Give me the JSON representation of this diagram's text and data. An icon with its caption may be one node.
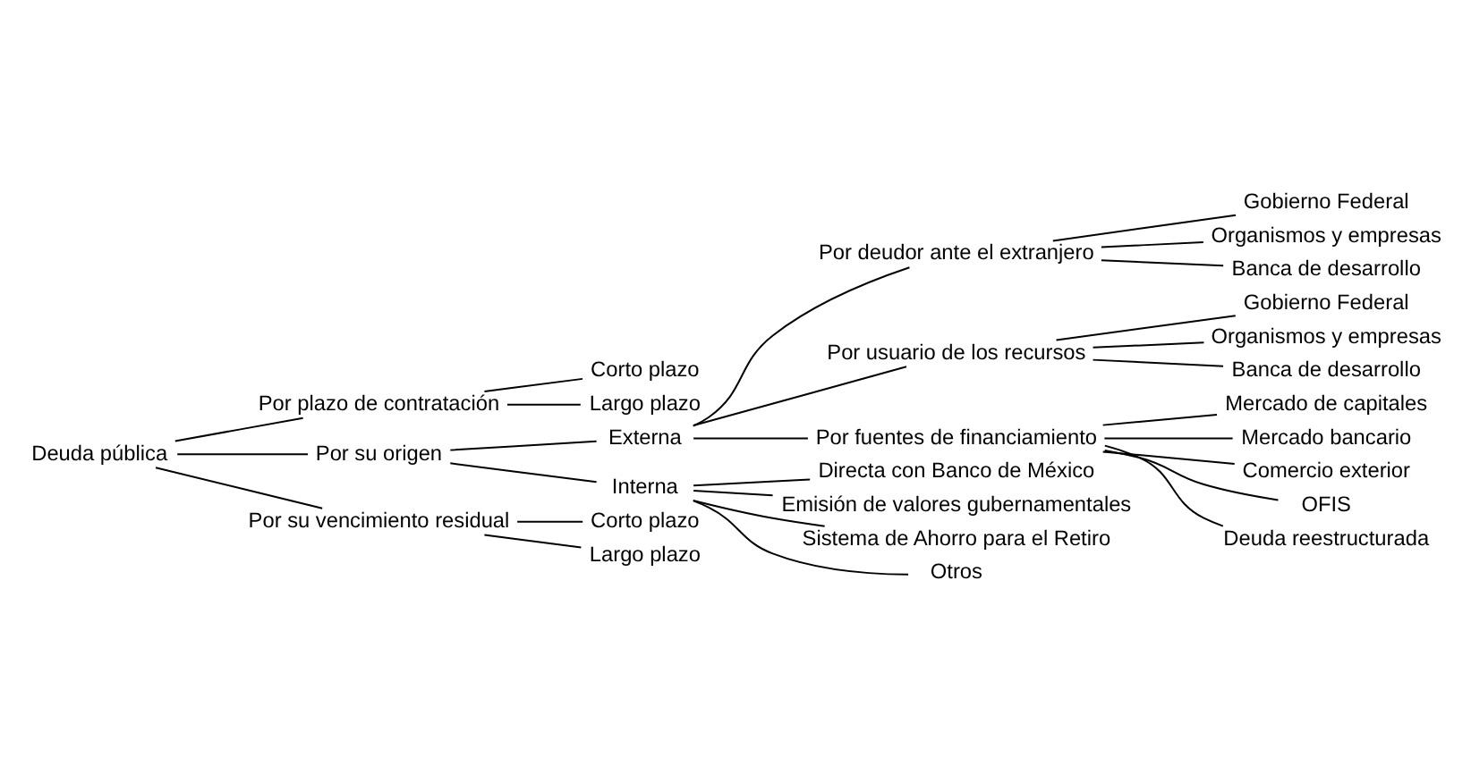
{
  "diagram": {
    "nodes": [
      {
        "text": [
          "Deuda pública"
        ]
      },
      {
        "text": [
          "Por plazo de contratación"
        ]
      },
      {
        "text": [
          "Corto plazo"
        ]
      },
      {
        "text": [
          "Largo plazo"
        ]
      },
      {
        "text": [
          "Por su origen"
        ]
      },
      {
        "text": [
          "Externa"
        ]
      },
      {
        "text": [
          "Por deudor ante el extranjero"
        ]
      },
      {
        "text": [
          "Gobierno Federal"
        ]
      },
      {
        "text": [
          "Organismos y empresas"
        ]
      },
      {
        "text": [
          "Banca de desarrollo"
        ]
      },
      {
        "text": [
          "Por usuario de los recursos"
        ]
      },
      {
        "text": [
          "Gobierno Federal"
        ]
      },
      {
        "text": [
          "Organismos y empresas"
        ]
      },
      {
        "text": [
          "Banca de desarrollo"
        ]
      },
      {
        "text": [
          "Por fuentes de financiamiento"
        ]
      },
      {
        "text": [
          "Mercado de capitales"
        ]
      },
      {
        "text": [
          "Mercado bancario"
        ]
      },
      {
        "text": [
          "Comercio exterior"
        ]
      },
      {
        "text": [
          "OFIS"
        ]
      },
      {
        "text": [
          "Deuda reestructurada"
        ]
      },
      {
        "text": [
          "Interna"
        ]
      },
      {
        "text": [
          "Directa con Banco de México"
        ]
      },
      {
        "text": [
          "Emisión de valores gubernamentales"
        ]
      },
      {
        "text": [
          "Sistema de Ahorro para el Retiro"
        ]
      },
      {
        "text": [
          "Otros"
        ]
      },
      {
        "text": [
          "Por su vencimiento residual"
        ]
      },
      {
        "text": [
          "Corto plazo"
        ]
      },
      {
        "text": [
          "Largo plazo"
        ]
      }
    ],
    "edges": [
      {
        "from": 0,
        "to": 1,
        "arrow": "none"
      },
      {
        "from": 0,
        "to": 4,
        "arrow": "none"
      },
      {
        "from": 0,
        "to": 25,
        "arrow": "none"
      },
      {
        "from": 1,
        "to": 2,
        "arrow": "none"
      },
      {
        "from": 1,
        "to": 3,
        "arrow": "none"
      },
      {
        "from": 4,
        "to": 5,
        "arrow": "none"
      },
      {
        "from": 4,
        "to": 20,
        "arrow": "none"
      },
      {
        "from": 5,
        "to": 6,
        "arrow": "none"
      },
      {
        "from": 5,
        "to": 10,
        "arrow": "none"
      },
      {
        "from": 5,
        "to": 14,
        "arrow": "none"
      },
      {
        "from": 6,
        "to": 7,
        "arrow": "none"
      },
      {
        "from": 6,
        "to": 8,
        "arrow": "none"
      },
      {
        "from": 6,
        "to": 9,
        "arrow": "none"
      },
      {
        "from": 10,
        "to": 11,
        "arrow": "none"
      },
      {
        "from": 10,
        "to": 12,
        "arrow": "none"
      },
      {
        "from": 10,
        "to": 13,
        "arrow": "none"
      },
      {
        "from": 14,
        "to": 15,
        "arrow": "none"
      },
      {
        "from": 14,
        "to": 16,
        "arrow": "none"
      },
      {
        "from": 14,
        "to": 17,
        "arrow": "none"
      },
      {
        "from": 14,
        "to": 18,
        "arrow": "none"
      },
      {
        "from": 14,
        "to": 19,
        "arrow": "none"
      },
      {
        "from": 20,
        "to": 21,
        "arrow": "none"
      },
      {
        "from": 20,
        "to": 22,
        "arrow": "none"
      },
      {
        "from": 20,
        "to": 23,
        "arrow": "none"
      },
      {
        "from": 20,
        "to": 24,
        "arrow": "none"
      },
      {
        "from": 25,
        "to": 26,
        "arrow": "none"
      },
      {
        "from": 25,
        "to": 27,
        "arrow": "none"
      }
    ]
  }
}
